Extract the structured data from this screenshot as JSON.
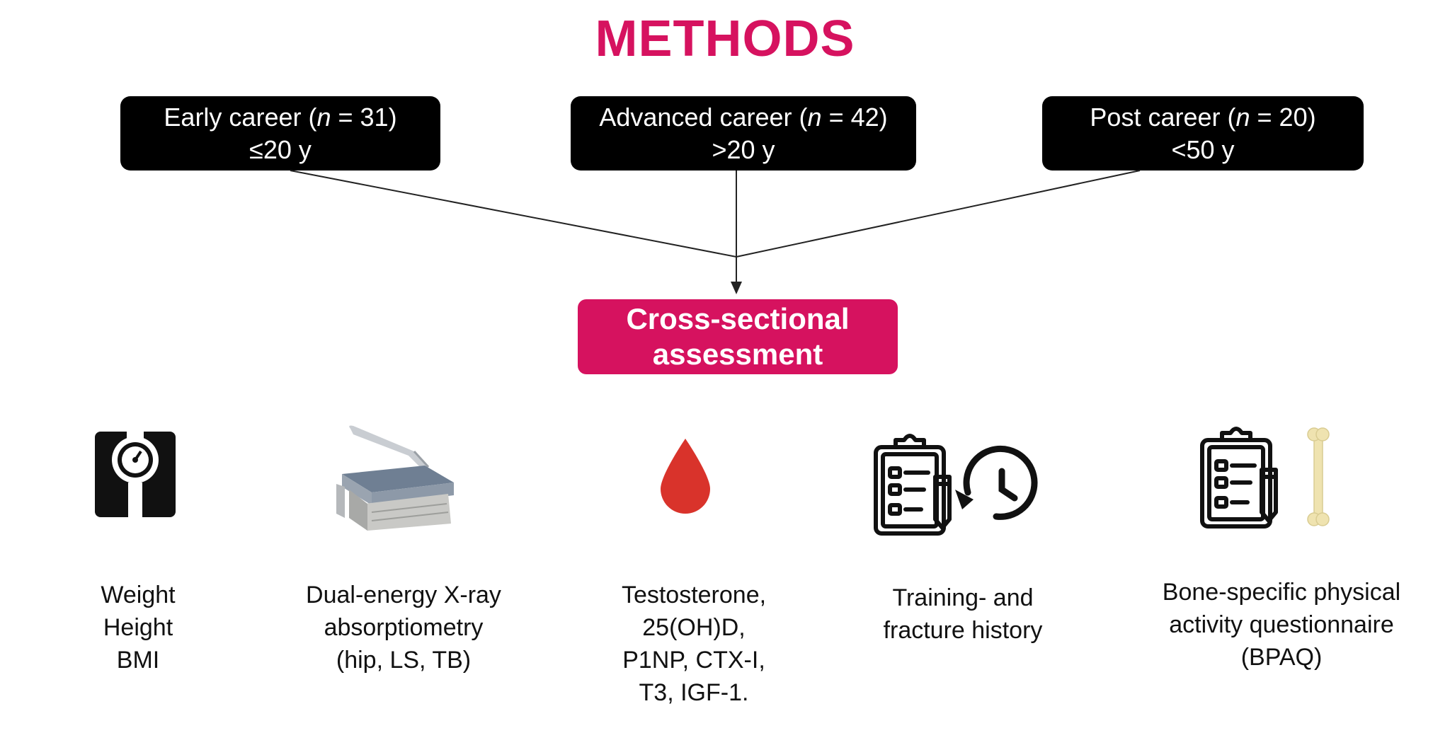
{
  "title": "METHODS",
  "groups": [
    {
      "name": "Early career",
      "n_label": "n",
      "n_value": "31",
      "age": "≤20 y"
    },
    {
      "name": "Advanced career",
      "n_label": "n",
      "n_value": "42",
      "age": ">20 y"
    },
    {
      "name": "Post career",
      "n_label": "n",
      "n_value": "20",
      "age": "<50 y"
    }
  ],
  "central": {
    "line1": "Cross-sectional",
    "line2": "assessment"
  },
  "measures": [
    {
      "icon": "weighing-scale-icon",
      "lines": [
        "Weight",
        "Height",
        "BMI"
      ]
    },
    {
      "icon": "dxa-scanner-icon",
      "lines": [
        "Dual-energy X-ray",
        "absorptiometry",
        "(hip, LS, TB)"
      ]
    },
    {
      "icon": "blood-drop-icon",
      "lines": [
        "Testosterone,",
        "25(OH)D,",
        "P1NP, CTX-I,",
        "T3, IGF-1."
      ]
    },
    {
      "icon": "clipboard-history-icon",
      "lines": [
        "Training- and",
        "fracture history"
      ]
    },
    {
      "icon": "clipboard-bone-icon",
      "lines": [
        "Bone-specific physical",
        "activity questionnaire",
        "(BPAQ)"
      ]
    }
  ],
  "colors": {
    "accent": "#d6125f",
    "box": "#000000",
    "blood": "#d9332b",
    "bone": "#efe3b0"
  }
}
